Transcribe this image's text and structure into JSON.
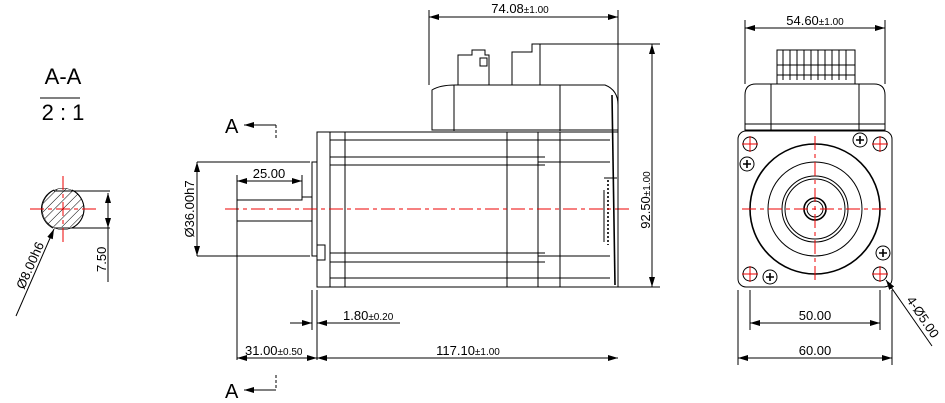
{
  "section": {
    "title": "A-A",
    "scale": "2 : 1",
    "shaft_dia": "Ø8.00h6",
    "flat": "7.50",
    "marker_top": "A",
    "marker_bottom": "A"
  },
  "side_view": {
    "connector_width": {
      "value": "74.08",
      "tol": "±1.00"
    },
    "height": {
      "value": "92.50",
      "tol": "±1.00"
    },
    "pilot_dia": "Ø36.00h7",
    "shaft_length": "25.00",
    "flange_thk": {
      "value": "1.80",
      "tol": "±0.20"
    },
    "shaft_ext": {
      "value": "31.00",
      "tol": "±0.50"
    },
    "body_length": {
      "value": "117.10",
      "tol": "±1.00"
    }
  },
  "front_view": {
    "top_width": {
      "value": "54.60",
      "tol": "±1.00"
    },
    "hole_spacing": "50.00",
    "flange_width": "60.00",
    "holes": "4-Ø5.00"
  },
  "colors": {
    "line": "#000000",
    "centerline": "#ee0000"
  }
}
